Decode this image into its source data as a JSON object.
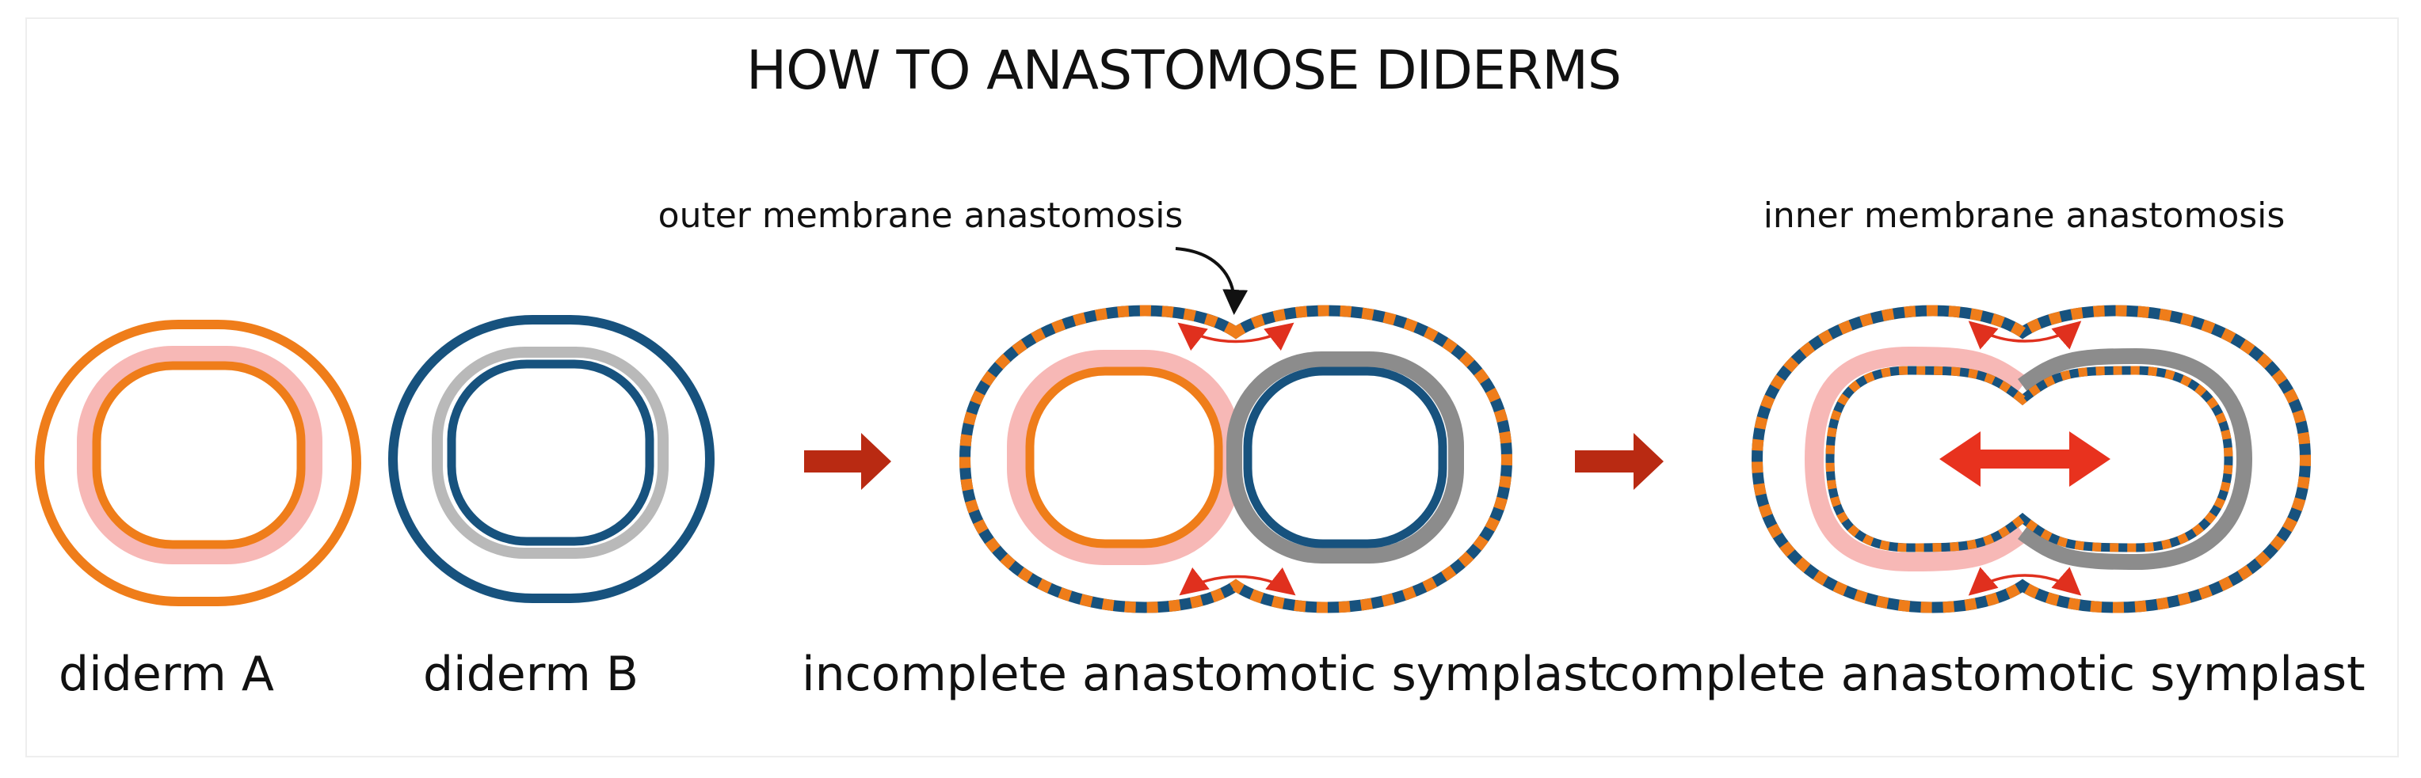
{
  "title": "HOW TO ANASTOMOSE DIDERMS",
  "annotations": {
    "outer": "outer membrane anastomosis",
    "inner": "inner membrane anastomosis"
  },
  "labels": {
    "diderm_a": "diderm A",
    "diderm_b": "diderm B",
    "incomplete": "incomplete anastomotic symplast",
    "complete": "complete anastomotic symplast"
  },
  "colors": {
    "orange": "#ef7d1a",
    "pink": "#f7b8b6",
    "blue": "#17527e",
    "gray": "#a9a9a9",
    "dark_gray": "#8c8c8c",
    "red_arrow": "#b92a12",
    "bright_red": "#e8321e"
  }
}
